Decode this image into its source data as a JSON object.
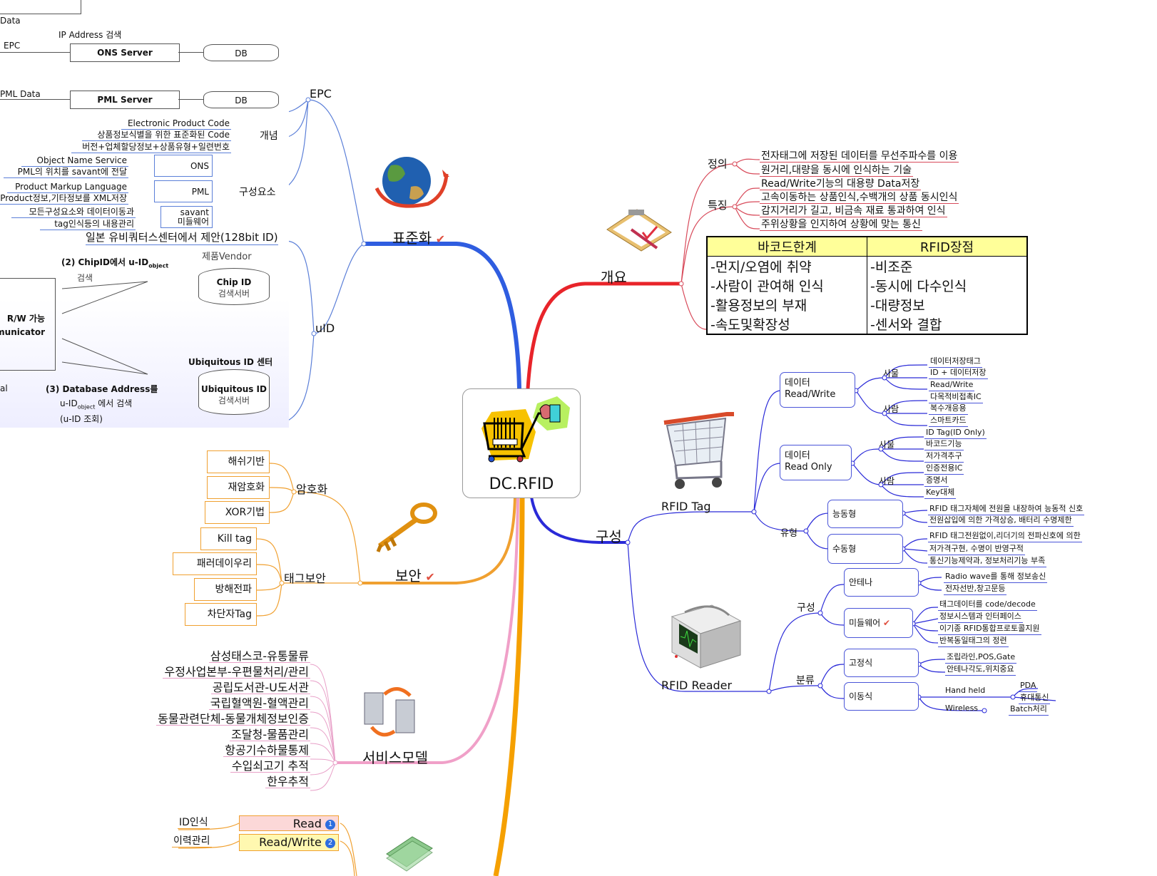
{
  "central": {
    "title": "DC.RFID",
    "icon": "shopping-cart-barcode-icon"
  },
  "branches": {
    "overview": {
      "label": "개요",
      "color": "#e8242a",
      "definition": {
        "label": "정의",
        "items": [
          "전자태그에 저장된 데이터를 무선주파수를 이용",
          "원거리,대량을 동시에 인식하는 기술"
        ]
      },
      "features": {
        "label": "특징",
        "items": [
          "Read/Write기능의 대용량 Data저장",
          "고속이동하는 상품인식,수백개의 상품 동시인식",
          "감지거리가 길고, 비금속 재료 통과하여 인식",
          "주위상황을 인지하여 상황에 맞는 통신"
        ]
      },
      "table": {
        "headers": [
          "바코드한계",
          "RFID장점"
        ],
        "col1": [
          "-먼지/오염에 취약",
          "-사람이 관여해 인식",
          "-활용정보의 부재",
          "-속도및확장성"
        ],
        "col2": [
          "-비조준",
          "-동시에 다수인식",
          "-대량정보",
          "-센서와 결합"
        ]
      }
    },
    "composition": {
      "label": "구성",
      "color": "#2a2ad8",
      "tag": {
        "label": "RFID Tag",
        "rw": {
          "label_line1": "데이터",
          "label_line2": "Read/Write",
          "thing": {
            "label": "사물",
            "items": [
              "데이터저장태그",
              "ID + 데이터저장",
              "Read/Write"
            ]
          },
          "person": {
            "label": "사람",
            "items": [
              "다목적비접촉IC",
              "복수개응용",
              "스마트카드"
            ]
          }
        },
        "ro": {
          "label_line1": "데이터",
          "label_line2": "Read Only",
          "thing": {
            "label": "사물",
            "items": [
              "ID Tag(ID Only)",
              "바코드기능",
              "저가격추구"
            ]
          },
          "person": {
            "label": "사람",
            "items": [
              "인증전용IC",
              "증명서",
              "Key대체"
            ]
          }
        },
        "type": {
          "label": "유형",
          "active": {
            "label": "능동형",
            "items": [
              "RFID 태그자체에 전원을 내장하여 능동적 신호",
              "전원삽입에 의한 가격상승, 배터리 수명제한"
            ]
          },
          "passive": {
            "label": "수동형",
            "items": [
              "RFID 태그전원없이,리더기의 전파신호에 의한",
              "저가격구현, 수명이 반영구적",
              "통신기능제약과, 정보처리기능 부족"
            ]
          }
        }
      },
      "reader": {
        "label": "RFID Reader",
        "config": {
          "label": "구성",
          "antenna": {
            "label": "안테나",
            "items": [
              "Radio wave를 통해 정보송신",
              "전자선반,창고문등"
            ]
          },
          "middleware": {
            "label": "미들웨어",
            "items": [
              "태그데이터를 code/decode",
              "정보시스템과 인터페이스",
              "이기종 RFID통합프로토콜지원",
              "반복동일태그의 정련"
            ]
          }
        },
        "class": {
          "label": "분류",
          "fixed": {
            "label": "고정식",
            "items": [
              "조립라인,POS,Gate",
              "안테나각도,위치중요"
            ]
          },
          "mobile": {
            "label": "이동식",
            "handheld": "Hand held",
            "handheld_items": [
              "PDA",
              "휴대통신"
            ],
            "wireless": "Wireless",
            "wireless_items": [
              "Batch처리"
            ]
          }
        }
      }
    },
    "standard": {
      "label": "표준화",
      "color": "#2f5de0",
      "epc": {
        "label": "EPC",
        "concept": {
          "label": "개념",
          "items": [
            "Electronic Product Code",
            "상품정보식별을 위한 표준화된 Code",
            "버전+업체할당정보+상품유형+일련번호"
          ]
        },
        "components": {
          "label": "구성요소",
          "ons": {
            "label": "ONS",
            "items": [
              "Object Name Service",
              "PML의 위치를 savant에 전달"
            ]
          },
          "pml": {
            "label": "PML",
            "items": [
              "Product Markup Language",
              "Product정보,기타정보를 XML저장"
            ]
          },
          "savant": {
            "label_line1": "savant",
            "label_line2": "미들웨어",
            "items": [
              "모든구성요소와 데이터이동과",
              "tag인식등의 내용관리"
            ]
          }
        }
      },
      "uid": {
        "label": "uID",
        "proposal": "일본 유비쿼터스센터에서 제안(128bit ID)"
      },
      "diagram": {
        "data": "Data",
        "ip_search": "IP Address 검색",
        "epc": "EPC",
        "ons_server": "ONS Server",
        "db1": "DB",
        "pml_data": "PML Data",
        "pml_server": "PML Server",
        "db2": "DB",
        "step2": "(2) ChipID에서 u-ID",
        "step2_sub": "object",
        "step2_tail": "검색",
        "vendor": "제품Vendor",
        "chip_server_1": "Chip ID",
        "chip_server_2": "검색서버",
        "rw": "R/W 가능",
        "communicator": "Communicator",
        "ubiq_center": "Ubiquitous ID 센터",
        "step3": "(3) Database Address를",
        "step3_b": "u-ID",
        "step3_sub": "object",
        "step3_c": "에서 검색",
        "step3_d": "(u-ID 조회)",
        "ubiq_server_1": "Ubiquitous ID",
        "ubiq_server_2": "검색서버",
        "left_l": "al"
      }
    },
    "security": {
      "label": "보안",
      "color": "#f0a030",
      "encryption": {
        "label": "암호화",
        "items": [
          "해쉬기반",
          "재암호화",
          "XOR기법"
        ]
      },
      "tag_security": {
        "label": "태그보안",
        "items": [
          "Kill tag",
          "패러데이우리",
          "방해전파",
          "차단자Tag"
        ]
      }
    },
    "service": {
      "label": "서비스모델",
      "color": "#f0a0c8",
      "items": [
        "삼성태스코-유통물류",
        "우정사업본부-우편물처리/관리",
        "공립도서관-U도서관",
        "국립혈액원-혈액관리",
        "동물관련단체-동물개체정보인증",
        "조달청-물품관리",
        "항공기수하물통제",
        "수입쇠고기 추적",
        "한우추적"
      ]
    },
    "cost": {
      "color": "#f5a000",
      "items": [
        {
          "left": "ID인식",
          "label": "Read",
          "badge": "1"
        },
        {
          "left": "이력관리",
          "label": "Read/Write",
          "badge": "2"
        }
      ]
    }
  }
}
